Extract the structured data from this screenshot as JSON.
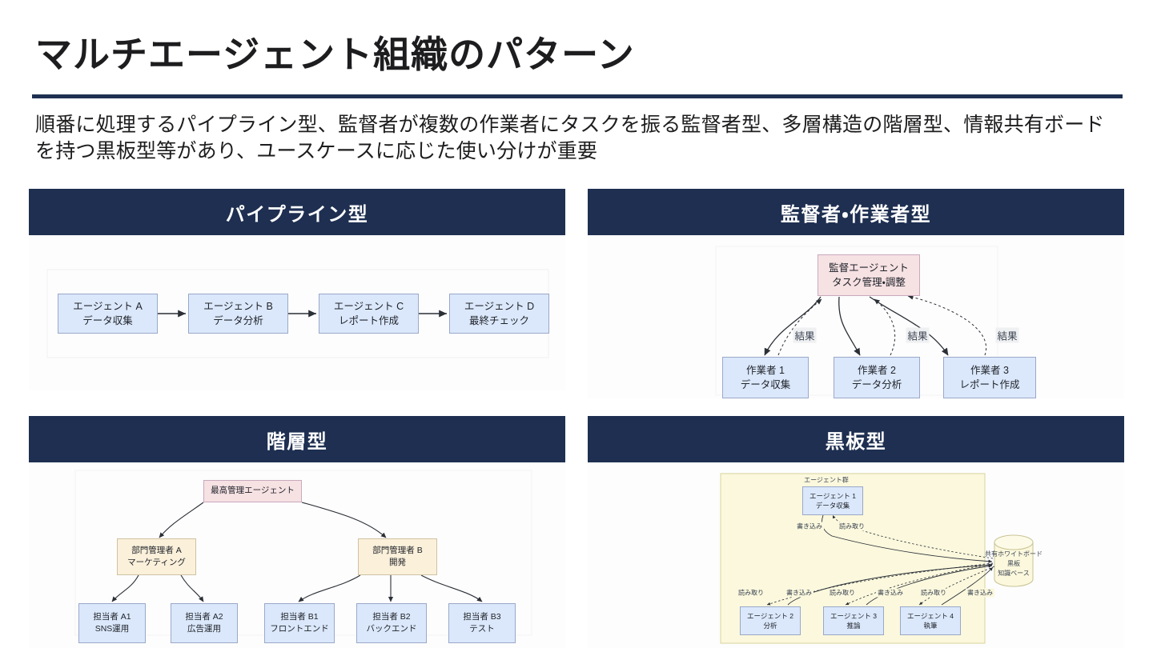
{
  "slide": {
    "title": "マルチエージェント組織のパターン",
    "subtitle": "順番に処理するパイプライン型、監督者が複数の作業者にタスクを振る監督者型、多層構造の階層型、情報共有ボードを持つ黒板型等があり、ユースケースに応じた使い分けが重要",
    "accent_color": "#1e2f51",
    "header_text_color": "#ffffff",
    "node_blue": "#dbe8fb",
    "node_pink": "#f6e1e3",
    "node_beige": "#fbf0da",
    "board_yellow": "#fbf8dd"
  },
  "panels": {
    "pipeline": {
      "title": "パイプライン型",
      "nodes": [
        {
          "l1": "エージェント A",
          "l2": "データ収集"
        },
        {
          "l1": "エージェント B",
          "l2": "データ分析"
        },
        {
          "l1": "エージェント C",
          "l2": "レポート作成"
        },
        {
          "l1": "エージェント D",
          "l2": "最終チェック"
        }
      ]
    },
    "supervisor": {
      "title": "監督者・作業者型",
      "root": {
        "l1": "監督エージェント",
        "l2": "タスク管理・調整"
      },
      "workers": [
        {
          "l1": "作業者 1",
          "l2": "データ収集"
        },
        {
          "l1": "作業者 2",
          "l2": "データ分析"
        },
        {
          "l1": "作業者 3",
          "l2": "レポート作成"
        }
      ],
      "return_labels": [
        "結果",
        "結果",
        "結果"
      ]
    },
    "hierarchy": {
      "title": "階層型",
      "root": {
        "l1": "最高管理エージェント"
      },
      "managers": [
        {
          "l1": "部門管理者 A",
          "l2": "マーケティング"
        },
        {
          "l1": "部門管理者 B",
          "l2": "開発"
        }
      ],
      "members": [
        {
          "l1": "担当者 A1",
          "l2": "SNS運用"
        },
        {
          "l1": "担当者 A2",
          "l2": "広告運用"
        },
        {
          "l1": "担当者 B1",
          "l2": "フロントエンド"
        },
        {
          "l1": "担当者 B2",
          "l2": "バックエンド"
        },
        {
          "l1": "担当者 B3",
          "l2": "テスト"
        }
      ]
    },
    "blackboard": {
      "title": "黒板型",
      "group_label": "エージェント群",
      "top_agent": {
        "l1": "エージェント 1",
        "l2": "データ収集"
      },
      "agents": [
        {
          "l1": "エージェント 2",
          "l2": "分析"
        },
        {
          "l1": "エージェント 3",
          "l2": "推論"
        },
        {
          "l1": "エージェント 4",
          "l2": "執筆"
        }
      ],
      "store": {
        "l1": "共有ホワイトボード",
        "l2": "黒板",
        "l3": "知識ベース"
      },
      "write_label": "書き込み",
      "read_label": "読み取り"
    }
  }
}
